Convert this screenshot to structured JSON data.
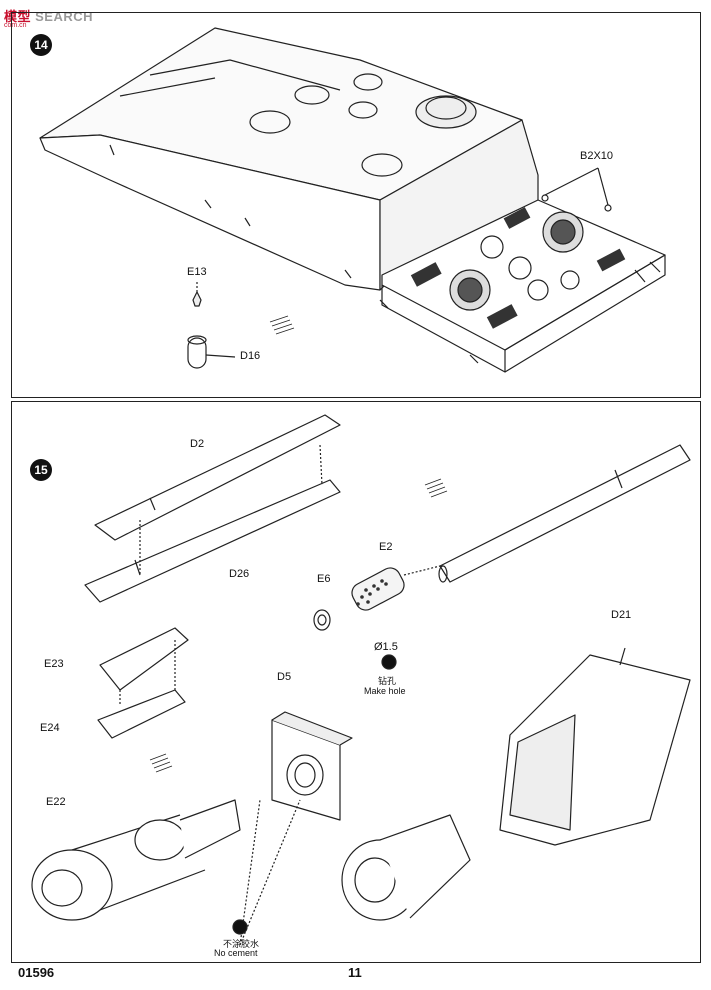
{
  "watermark": {
    "brand_red": "模型",
    "brand_gray": "SEARCH",
    "sub": "com.cn"
  },
  "step14": {
    "number": "14",
    "labels": {
      "b2x10": "B2X10",
      "e13": "E13",
      "d16": "D16"
    }
  },
  "step15": {
    "number": "15",
    "labels": {
      "d2": "D2",
      "d26": "D26",
      "e2": "E2",
      "e6": "E6",
      "dia": "Ø1.5",
      "make_hole_cn": "钻孔",
      "make_hole_en": "Make hole",
      "d21": "D21",
      "d5": "D5",
      "e23": "E23",
      "e24": "E24",
      "e22": "E22",
      "no_cement_cn": "不涂胶水",
      "no_cement_en": "No cement"
    }
  },
  "footer": {
    "code": "01596",
    "page": "11"
  },
  "colors": {
    "line": "#222222",
    "badge": "#111111",
    "watermark_red": "#c8102e"
  }
}
